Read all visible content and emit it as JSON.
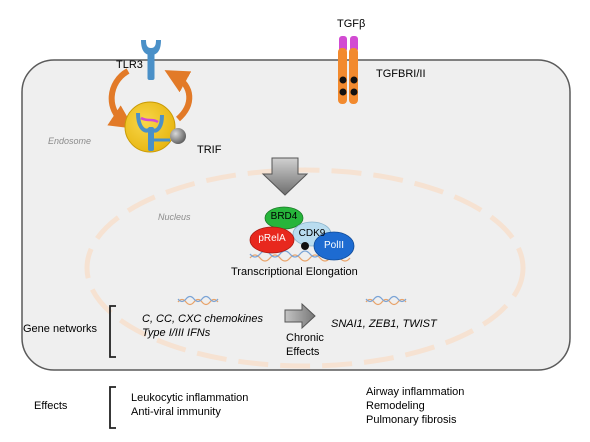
{
  "labels": {
    "tlr3": "TLR3",
    "trif": "TRIF",
    "endosome": "Endosome",
    "tgfb": "TGFβ",
    "tgfbr": "TGFBRI/II",
    "nucleus": "Nucleus",
    "brd4": "BRD4",
    "cdk9": "CDK9",
    "prela": "pRelA",
    "polii": "PolII",
    "transcription": "Transcriptional Elongation",
    "gene_networks": "Gene networks",
    "chemokines": "C, CC, CXC chemokines",
    "ifns": "Type I/III IFNs",
    "chronic_1": "Chronic",
    "chronic_2": "Effects",
    "snai": "SNAI1, ZEB1, TWIST",
    "effects": "Effects",
    "effect_left_1": "Leukocytic inflammation",
    "effect_left_2": "Anti-viral immunity",
    "effect_right_1": "Airway inflammation",
    "effect_right_2": "Remodeling",
    "effect_right_3": "Pulmonary fibrosis"
  },
  "colors": {
    "cell": "#efefef",
    "cell_border": "#5a5a5a",
    "nucleus_dash": "#f6e2d2",
    "tlr3": "#4a90c8",
    "endosome": "#f2c418",
    "trif": "#808080",
    "orange_arrow": "#e27a28",
    "tgfb_ligand": "#d24bd2",
    "tgfbr": "#f28a2e",
    "brd4": "#27b53b",
    "cdk9": "#b9dcef",
    "prela": "#e8281e",
    "polii": "#1d6bd1",
    "dna_a": "#e8a36a",
    "dna_b": "#7ba4d6"
  }
}
